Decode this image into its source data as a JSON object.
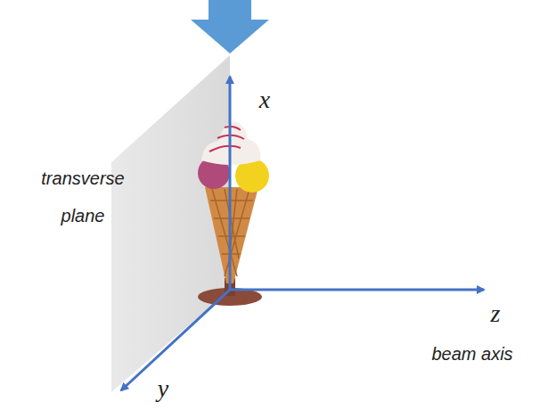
{
  "diagram": {
    "labels": [
      "transverse plane",
      "x",
      "z",
      "beam axis",
      "y"
    ]
  }
}
